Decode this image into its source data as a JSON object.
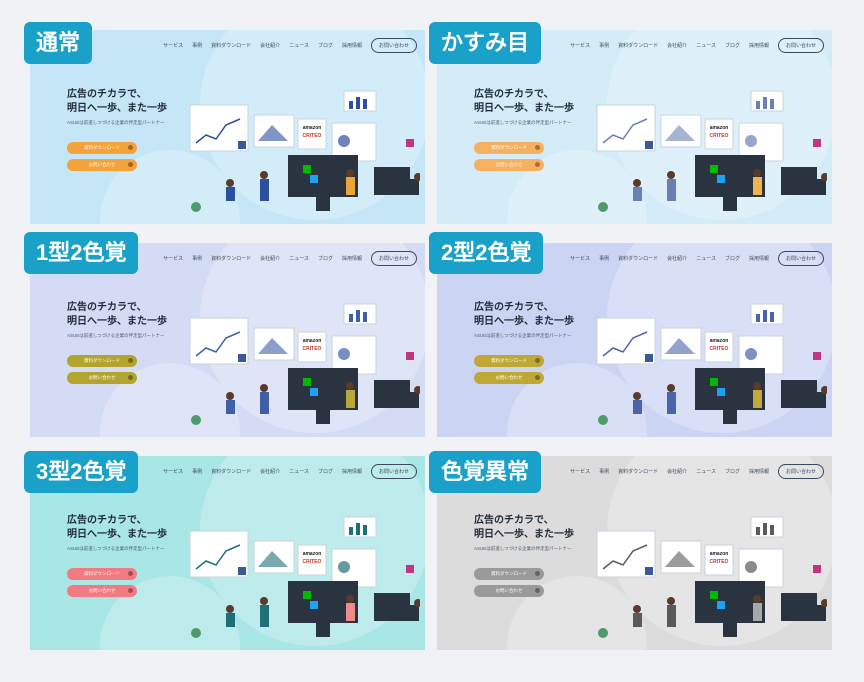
{
  "site": {
    "nav": [
      "サービス",
      "事例",
      "資料ダウンロード",
      "会社紹介",
      "ニュース",
      "ブログ",
      "採用情報"
    ],
    "contact": "お問い合わせ",
    "headline_line1": "広告のチカラで、",
    "headline_line2": "明日へ一歩、また一歩",
    "subtext": "ASUEは前進しつづける企業の伴走型パートナー",
    "btn_download": "資料ダウンロード",
    "btn_contact": "お問い合わせ",
    "logo_amazon": "amazon",
    "logo_criteo": "CRITEO"
  },
  "panels": [
    {
      "label": "通常",
      "bg": "#c4e6f7",
      "btn": "#f4a23a",
      "accent": "#2d4fa0",
      "shirt": "#e8a53a"
    },
    {
      "label": "かすみ目",
      "bg": "#d3ecf8",
      "btn": "#f6b060",
      "accent": "#6a80b6",
      "shirt": "#f0b64d"
    },
    {
      "label": "1型2色覚",
      "bg": "#d4dcf5",
      "btn": "#b3a42e",
      "accent": "#3f5fa6",
      "shirt": "#b8a63a"
    },
    {
      "label": "2型2色覚",
      "bg": "#ccd4f3",
      "btn": "#bfa836",
      "accent": "#4a64a8",
      "shirt": "#c2a93e"
    },
    {
      "label": "3型2色覚",
      "bg": "#a9e6e6",
      "btn": "#f47a82",
      "accent": "#1f6f78",
      "shirt": "#f08a88"
    },
    {
      "label": "色覚異常",
      "bg": "#dcdcdc",
      "btn": "#9a9a9a",
      "accent": "#5a5a5a",
      "shirt": "#a8a8a8"
    }
  ]
}
